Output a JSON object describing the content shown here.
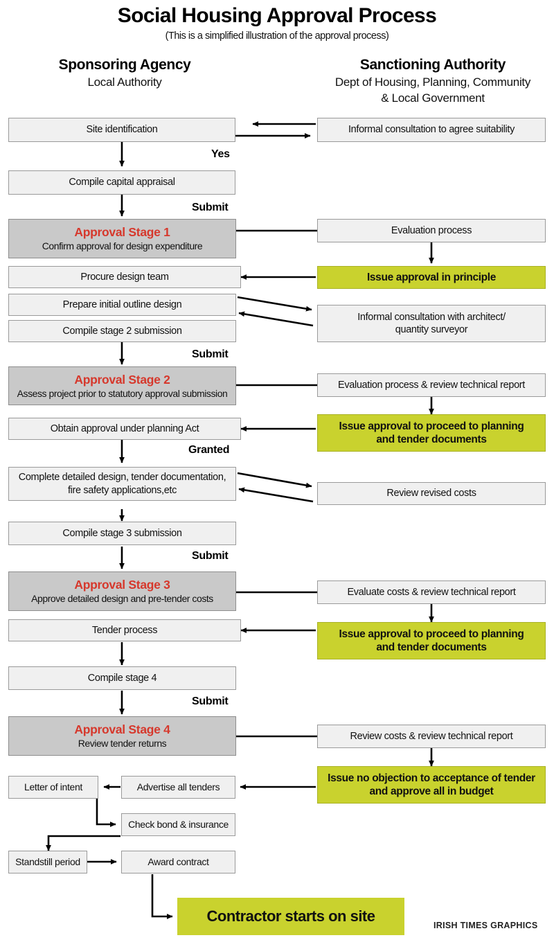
{
  "title": "Social Housing Approval Process",
  "subtitle": "(This is a simplified illustration of the approval process)",
  "credit": "IRISH TIMES GRAPHICS",
  "columns": {
    "left": {
      "heading": "Sponsoring Agency",
      "sub": "Local Authority"
    },
    "right": {
      "heading": "Sanctioning Authority",
      "sub_line1": "Dept of Housing, Planning, Community",
      "sub_line2": "& Local Government"
    }
  },
  "colors": {
    "box_fill": "#f0f0f0",
    "box_border": "#9a9a9a",
    "stage_fill": "#c9c9c9",
    "stage_title": "#d6382c",
    "green_fill": "#c9d22e",
    "arrow": "#000000"
  },
  "connector_labels": [
    {
      "text": "Yes"
    },
    {
      "text": "Submit"
    },
    {
      "text": "Submit"
    },
    {
      "text": "Granted"
    },
    {
      "text": "Submit"
    },
    {
      "text": "Submit"
    }
  ],
  "left_nodes": [
    {
      "id": "site-identification",
      "label": "Site identification"
    },
    {
      "id": "compile-capital-appraisal",
      "label": "Compile capital appraisal"
    },
    {
      "id": "approval-stage-1",
      "title": "Approval Stage 1",
      "sub": "Confirm approval for design expenditure"
    },
    {
      "id": "procure-design-team",
      "label": "Procure design team"
    },
    {
      "id": "prepare-initial-outline-design",
      "label": "Prepare initial outline design"
    },
    {
      "id": "compile-stage-2-submission",
      "label": "Compile stage 2 submission"
    },
    {
      "id": "approval-stage-2",
      "title": "Approval Stage 2",
      "sub": "Assess project prior to statutory approval submission"
    },
    {
      "id": "obtain-approval-planning-act",
      "label": "Obtain approval under planning Act"
    },
    {
      "id": "complete-detailed-design",
      "label_line1": "Complete detailed design, tender documentation,",
      "label_line2": "fire safety applications,etc"
    },
    {
      "id": "compile-stage-3-submission",
      "label": "Compile stage 3 submission"
    },
    {
      "id": "approval-stage-3",
      "title": "Approval Stage 3",
      "sub": "Approve detailed design and pre-tender costs"
    },
    {
      "id": "tender-process",
      "label": "Tender process"
    },
    {
      "id": "compile-stage-4",
      "label": "Compile stage 4"
    },
    {
      "id": "approval-stage-4",
      "title": "Approval Stage 4",
      "sub": "Review tender returns"
    },
    {
      "id": "letter-of-intent",
      "label": "Letter of intent"
    },
    {
      "id": "advertise-all-tenders",
      "label": "Advertise all tenders"
    },
    {
      "id": "check-bond-insurance",
      "label": "Check bond & insurance"
    },
    {
      "id": "standstill-period",
      "label": "Standstill period"
    },
    {
      "id": "award-contract",
      "label": "Award contract"
    },
    {
      "id": "contractor-starts-on-site",
      "label": "Contractor starts on site"
    }
  ],
  "right_nodes": [
    {
      "id": "informal-consultation-suitability",
      "label": "Informal consultation to agree suitability"
    },
    {
      "id": "evaluation-process",
      "label": "Evaluation process"
    },
    {
      "id": "issue-approval-in-principle",
      "label": "Issue approval in principle"
    },
    {
      "id": "informal-consultation-architect",
      "label_line1": "Informal consultation with architect/",
      "label_line2": "quantity surveyor"
    },
    {
      "id": "evaluation-process-review-technical-report",
      "label": "Evaluation process & review technical report"
    },
    {
      "id": "issue-approval-planning-tender-1",
      "label_line1": "Issue approval to proceed to planning",
      "label_line2": "and tender documents"
    },
    {
      "id": "review-revised-costs",
      "label": "Review revised costs"
    },
    {
      "id": "evaluate-costs-review-technical-report",
      "label": "Evaluate costs & review technical report"
    },
    {
      "id": "issue-approval-planning-tender-2",
      "label_line1": "Issue approval to proceed to planning",
      "label_line2": "and tender documents"
    },
    {
      "id": "review-costs-review-technical-report",
      "label": "Review costs & review technical report"
    },
    {
      "id": "issue-no-objection",
      "label_line1": "Issue no objection to acceptance of tender",
      "label_line2": "and approve all in budget"
    }
  ]
}
